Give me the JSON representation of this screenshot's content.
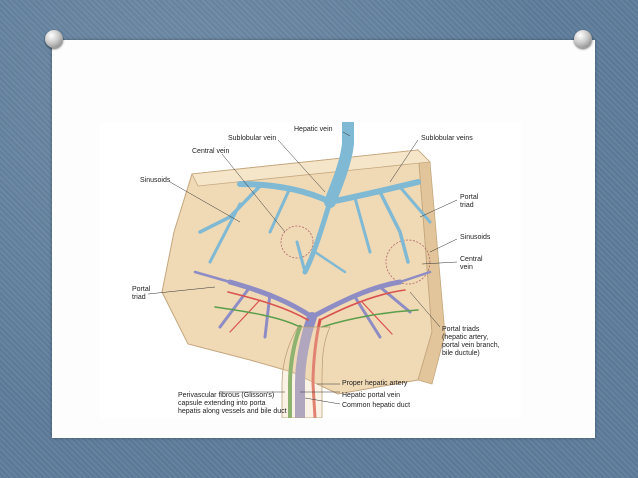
{
  "figure": {
    "labels": {
      "hepatic_vein": "Hepatic vein",
      "sublobular_vein": "Sublobular vein",
      "sublobular_veins": "Sublobular veins",
      "central_vein_top": "Central vein",
      "sinusoids_left": "Sinusoids",
      "portal_triad_right": "Portal\ntriad",
      "sinusoids_right": "Sinusoids",
      "central_vein_right": "Central\nvein",
      "portal_triad_left": "Portal\ntriad",
      "portal_triads_note": "Portal triads\n(hepatic artery,\nportal vein branch,\nbile ductule)",
      "proper_hepatic_artery": "Proper hepatic artery",
      "perivascular_capsule": "Perivascular fibrous (Glisson's)\ncapsule extending into porta\nhepatis along vessels and bile duct",
      "hepatic_portal_vein": "Hepatic portal vein",
      "common_hepatic_duct": "Common hepatic duct"
    },
    "colors": {
      "tissue": "#f0d9b5",
      "hepatic_vein": "#7fb9d3",
      "portal_vein": "#8e8cc4",
      "artery": "#d9534f",
      "bile_duct": "#5a9e4c"
    }
  }
}
